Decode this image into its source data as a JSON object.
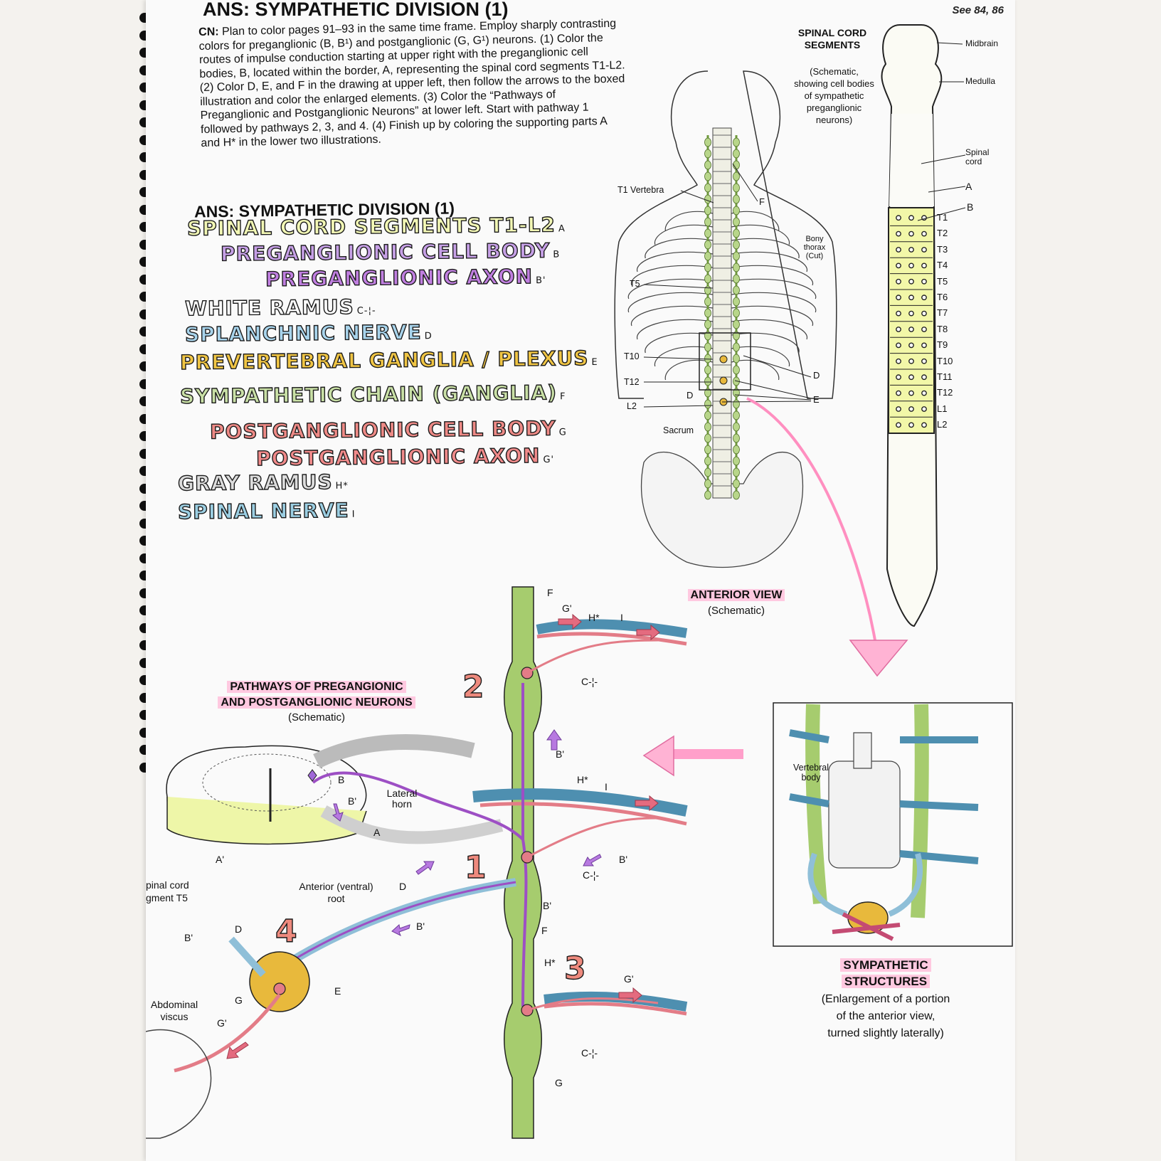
{
  "header": {
    "top_title": "ANS: SYMPATHETIC DIVISION (1)",
    "see_ref": "See 84, 86"
  },
  "cn": {
    "lead": "CN:",
    "text": "Plan to color pages 91–93 in the same time frame. Employ sharply contrasting colors for preganglionic (B, B¹) and postganglionic (G, G¹) neurons. (1) Color the routes of impulse conduction starting at upper right with the preganglionic cell bodies, B, located within the border, A, representing the spinal cord segments T1-L2. (2) Color D, E, and F in the drawing at upper left, then follow the arrows to the boxed illustration and color the enlarged elements. (3) Color the “Pathways of Preganglionic and Postganglionic Neurons” at lower left. Start with pathway 1 followed by pathways 2, 3, and 4. (4) Finish up by coloring the supporting parts A and H* in the lower two illustrations."
  },
  "section_title": "ANS: SYMPATHETIC DIVISION (1)",
  "titles": [
    {
      "text": "SPINAL CORD SEGMENTS T1-L2",
      "sub": "A",
      "color": "#f2f7b5"
    },
    {
      "text": "PREGANGLIONIC CELL BODY",
      "sub": "B",
      "color": "#c6a0e6"
    },
    {
      "text": "PREGANGLIONIC AXON",
      "sub": "B'",
      "color": "#c07fe0"
    },
    {
      "text": "WHITE RAMUS",
      "sub": "C-¦-",
      "color": "#ffffff"
    },
    {
      "text": "SPLANCHNIC NERVE",
      "sub": "D",
      "color": "#a8d4ec"
    },
    {
      "text": "PREVERTEBRAL GANGLIA / PLEXUS",
      "sub": "E",
      "color": "#f0c544"
    },
    {
      "text": "SYMPATHETIC CHAIN (GANGLIA)",
      "sub": "F",
      "color": "#c9e0a6"
    },
    {
      "text": "POSTGANGLIONIC CELL BODY",
      "sub": "G",
      "color": "#ee8a86"
    },
    {
      "text": "POSTGANGLIONIC AXON",
      "sub": "G'",
      "color": "#f08a8a"
    },
    {
      "text": "GRAY RAMUS",
      "sub": "H*",
      "color": "#dcdcdc"
    },
    {
      "text": "SPINAL NERVE",
      "sub": "I",
      "color": "#9ccfe3"
    }
  ],
  "spinal_panel": {
    "title": "SPINAL CORD SEGMENTS",
    "desc": "(Schematic, showing cell bodies of sympathetic preganglionic neurons)",
    "midbrain": "Midbrain",
    "medulla": "Medulla",
    "spinal_cord": "Spinal cord",
    "A": "A",
    "B": "B",
    "segments": [
      "T1",
      "T2",
      "T3",
      "T4",
      "T5",
      "T6",
      "T7",
      "T8",
      "T9",
      "T10",
      "T11",
      "T12",
      "L1",
      "L2"
    ]
  },
  "anterior": {
    "t1": "T1 Vertebra",
    "bony": "Bony thorax (Cut)",
    "t5": "T5",
    "t10": "T10",
    "t12": "T12",
    "l2": "L2",
    "sacrum": "Sacrum",
    "F": "F",
    "D": "D",
    "E": "E",
    "caption": "ANTERIOR VIEW",
    "caption_sub": "(Schematic)"
  },
  "pathways": {
    "caption1": "PATHWAYS OF PREGANGIONIC",
    "caption2": "AND POSTGANGLIONIC NEURONS",
    "caption_sub": "(Schematic)",
    "lateral_horn": "Lateral horn",
    "spinal_cord_segment": "pinal cord gment T5",
    "anterior_root": "Anterior (ventral) root",
    "abdominal": "Abdominal viscus",
    "n1": "1",
    "n2": "2",
    "n3": "3",
    "n4": "4",
    "B": "B",
    "B1": "B'",
    "G": "G",
    "G1": "G'",
    "F": "F",
    "D": "D",
    "E": "E",
    "H": "H*",
    "I": "I",
    "C": "C-¦-",
    "A": "A",
    "A1": "A'"
  },
  "structures": {
    "vertebral_body": "Vertebral body",
    "caption1": "SYMPATHETIC",
    "caption2": "STRUCTURES",
    "sub1": "(Enlargement of a portion",
    "sub2": "of the anterior view,",
    "sub3": "turned slightly laterally)"
  }
}
